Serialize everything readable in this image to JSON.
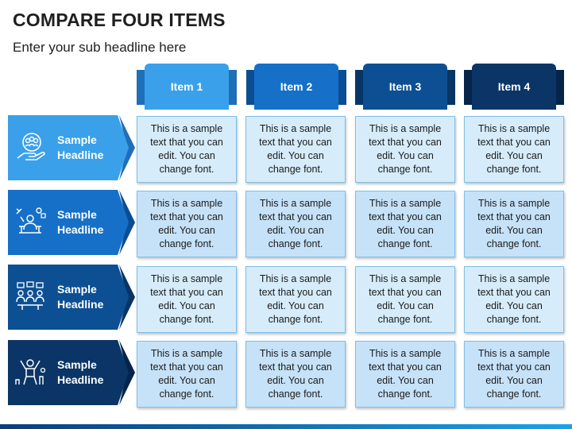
{
  "title": "COMPARE FOUR ITEMS",
  "subtitle": "Enter your sub headline here",
  "columns": [
    {
      "label": "Item 1",
      "color": "#3aa0ea",
      "dark": "#1e6fb8"
    },
    {
      "label": "Item 2",
      "color": "#1670c8",
      "dark": "#0b4d93"
    },
    {
      "label": "Item 3",
      "color": "#0d4f93",
      "dark": "#083566"
    },
    {
      "label": "Item 4",
      "color": "#0a3566",
      "dark": "#06244a"
    }
  ],
  "rows": [
    {
      "headline_line1": "Sample",
      "headline_line2": "Headline",
      "color": "#3aa0ea",
      "dark": "#1e6fb8",
      "icon": "hand-holding-people-icon",
      "cell_bg": "#d6ecfb",
      "cells": [
        "This is a sample text that you can edit. You can change font.",
        "This is a sample text that you can edit. You can change font.",
        "This is a sample text that you can edit. You can change font.",
        "This is a sample text that you can edit. You can change font."
      ]
    },
    {
      "headline_line1": "Sample",
      "headline_line2": "Headline",
      "color": "#1670c8",
      "dark": "#0b4d93",
      "icon": "presenter-ideas-icon",
      "cell_bg": "#c6e2f8",
      "cells": [
        "This is a sample text that you can edit. You can change font.",
        "This is a sample text that you can edit. You can change font.",
        "This is a sample text that you can edit. You can change font.",
        "This is a sample text that you can edit. You can change font."
      ]
    },
    {
      "headline_line1": "Sample",
      "headline_line2": "Headline",
      "color": "#0d4f93",
      "dark": "#083566",
      "icon": "team-meeting-icon",
      "cell_bg": "#d6ecfb",
      "cells": [
        "This is a sample text that you can edit. You can change font.",
        "This is a sample text that you can edit. You can change font.",
        "This is a sample text that you can edit. You can change font.",
        "This is a sample text that you can edit. You can change font."
      ]
    },
    {
      "headline_line1": "Sample",
      "headline_line2": "Headline",
      "color": "#0a3566",
      "dark": "#06244a",
      "icon": "success-person-icon",
      "cell_bg": "#c6e2f8",
      "cells": [
        "This is a sample text that you can edit. You can change font.",
        "This is a sample text that you can edit. You can change font.",
        "This is a sample text that you can edit. You can change font.",
        "This is a sample text that you can edit. You can change font."
      ]
    }
  ]
}
